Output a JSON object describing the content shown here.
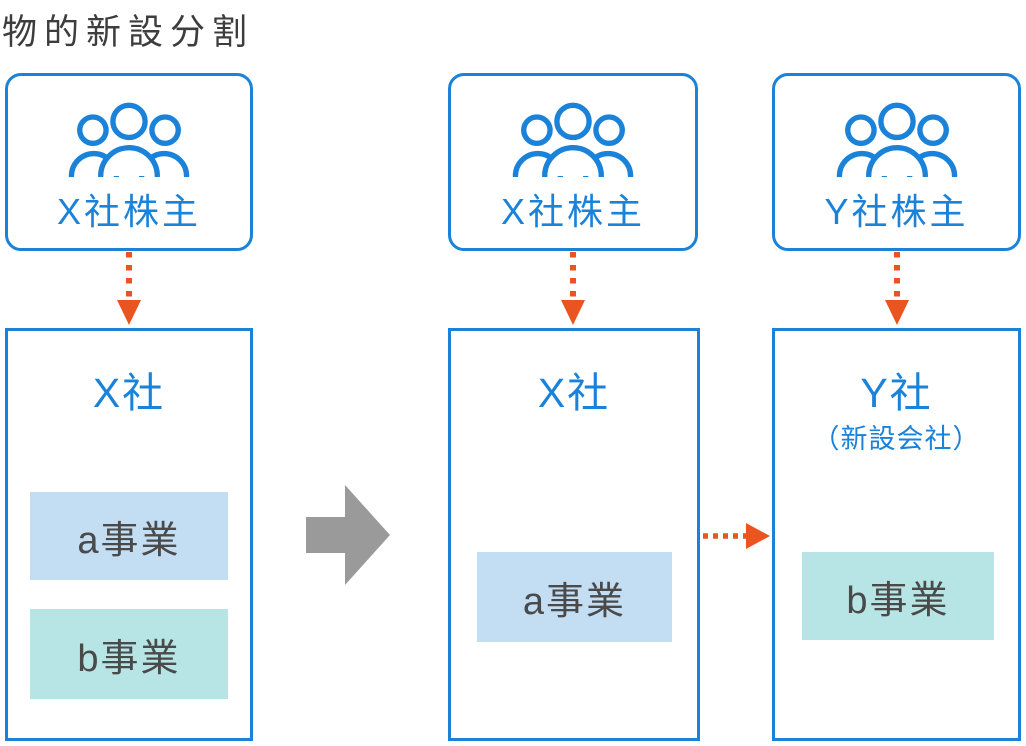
{
  "title": "物的新設分割",
  "stage_before": {
    "shareholders": {
      "icon": "people-group-icon",
      "label": "X社株主"
    },
    "company": {
      "name": "X社",
      "businesses": {
        "a": "a事業",
        "b": "b事業"
      }
    }
  },
  "stage_after": {
    "x": {
      "shareholders": {
        "icon": "people-group-icon",
        "label": "X社株主"
      },
      "company": {
        "name": "X社",
        "businesses": {
          "a": "a事業"
        }
      }
    },
    "y": {
      "shareholders": {
        "icon": "people-group-icon",
        "label": "Y社株主"
      },
      "company": {
        "name": "Y社",
        "subtitle": "（新設会社）",
        "businesses": {
          "b": "b事業"
        }
      }
    }
  },
  "arrows": {
    "ownership": "dotted-down-arrow",
    "business_transfer": "dotted-right-arrow",
    "transition": "gray-block-right-arrow"
  },
  "colors": {
    "blue": "#1a82d9",
    "orange": "#ea5420",
    "gray_arrow": "#9a9a9a",
    "chip_blue_bg": "#c3ddf2",
    "chip_teal_bg": "#b7e5e6",
    "title_text": "#3d3d3d",
    "chip_text": "#4a4a4a"
  }
}
